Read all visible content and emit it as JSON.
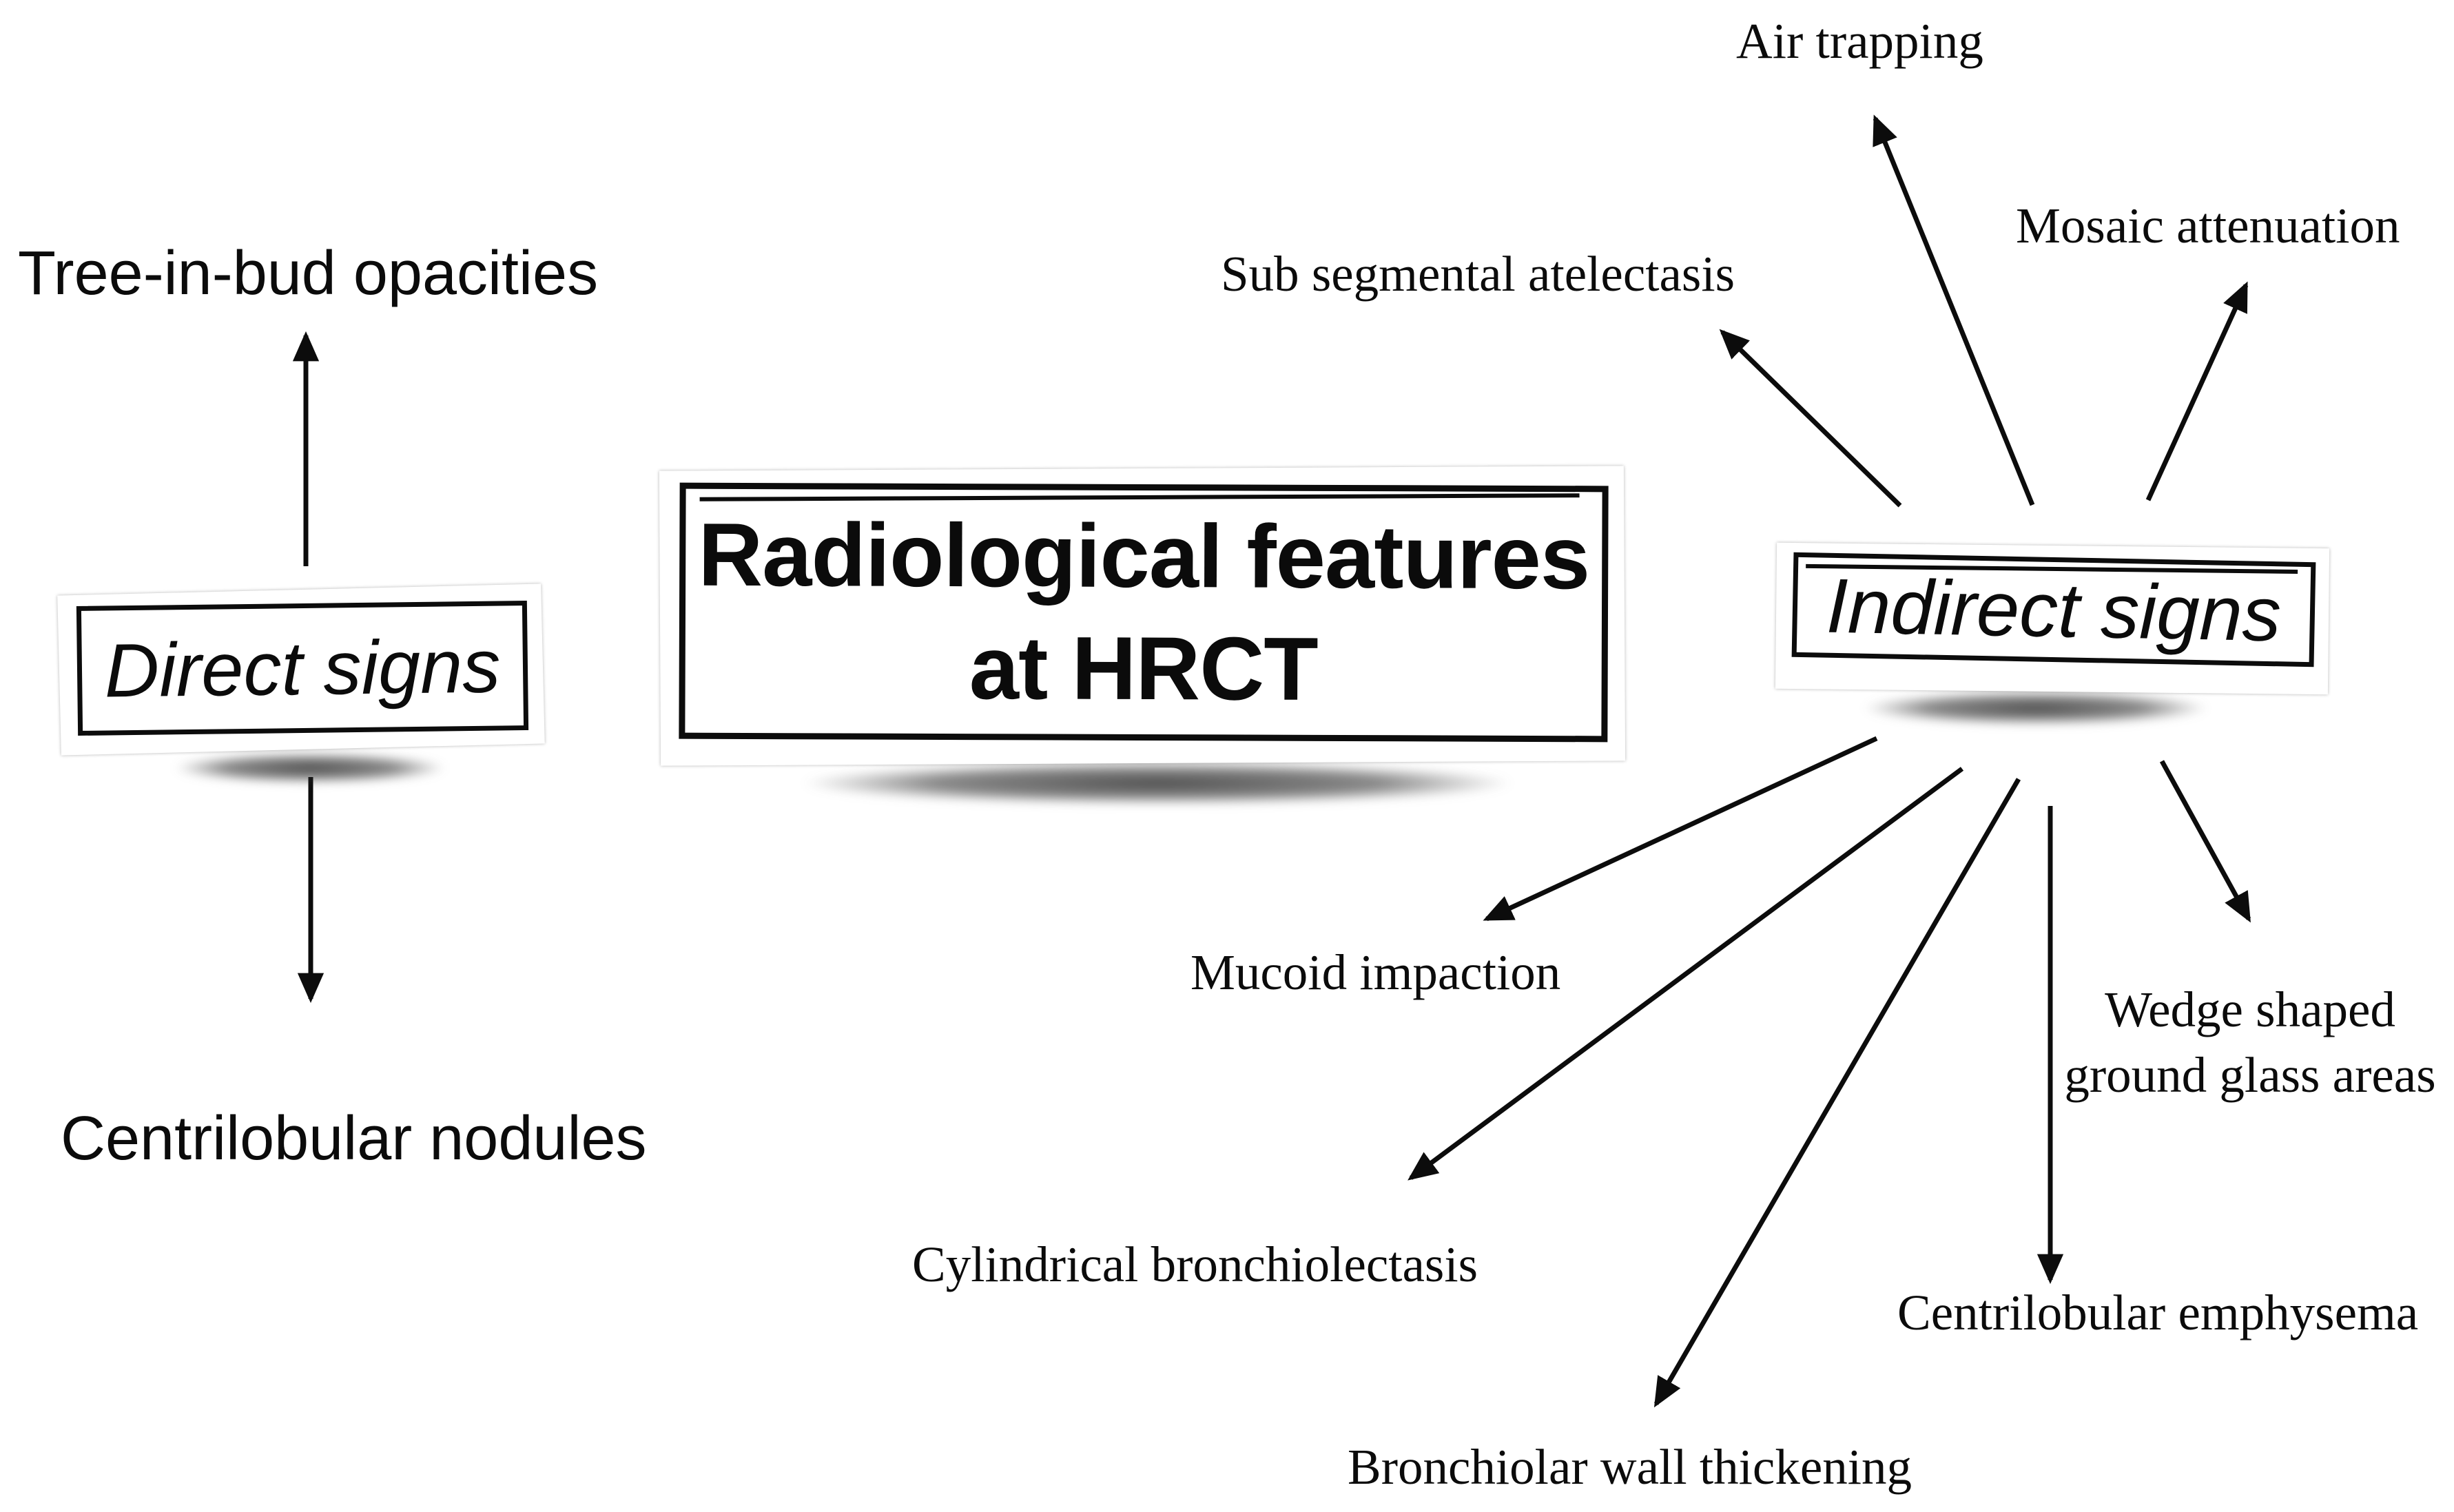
{
  "diagram": {
    "title": {
      "line1": "Radiological features",
      "line2": "at HRCT"
    },
    "nodes": {
      "direct_signs": "Direct signs",
      "indirect_signs": "Indirect signs",
      "tree_in_bud": "Tree-in-bud opacities",
      "centrilobular_nodules": "Centrilobular nodules",
      "air_trapping": "Air trapping",
      "mosaic_attenuation": "Mosaic attenuation",
      "sub_segmental_atelectasis": "Sub segmental atelectasis",
      "mucoid_impaction": "Mucoid impaction",
      "cylindrical_bronchiolectasis": "Cylindrical bronchiolectasis",
      "bronchiolar_wall_thickening": "Bronchiolar wall thickening",
      "wedge_shaped_ground_glass": "Wedge shaped ground glass areas",
      "centrilobular_emphysema": "Centrilobular emphysema"
    },
    "edges": [
      {
        "from": "direct_signs",
        "to": "tree_in_bud"
      },
      {
        "from": "direct_signs",
        "to": "centrilobular_nodules"
      },
      {
        "from": "indirect_signs",
        "to": "air_trapping"
      },
      {
        "from": "indirect_signs",
        "to": "sub_segmental_atelectasis"
      },
      {
        "from": "indirect_signs",
        "to": "mosaic_attenuation"
      },
      {
        "from": "indirect_signs",
        "to": "mucoid_impaction"
      },
      {
        "from": "indirect_signs",
        "to": "cylindrical_bronchiolectasis"
      },
      {
        "from": "indirect_signs",
        "to": "bronchiolar_wall_thickening"
      },
      {
        "from": "indirect_signs",
        "to": "centrilobular_emphysema"
      },
      {
        "from": "indirect_signs",
        "to": "wedge_shaped_ground_glass"
      }
    ],
    "colors": {
      "ink": "#0c0c0c",
      "background": "#ffffff",
      "box_shadow_gray": "#4a4a4a"
    }
  }
}
